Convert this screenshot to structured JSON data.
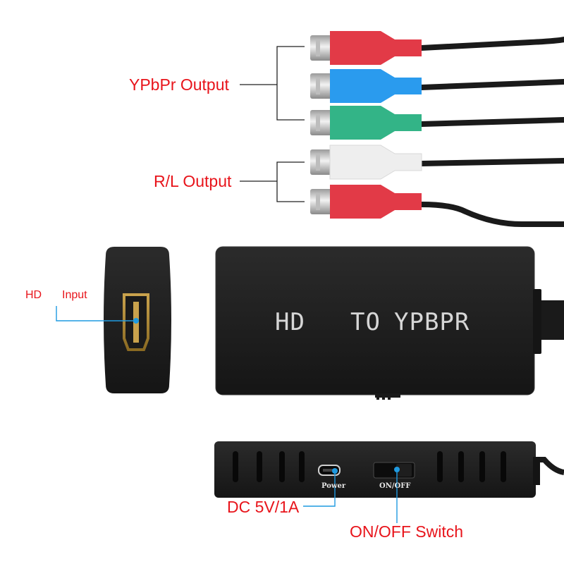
{
  "callouts": {
    "ypbpr_output": "YPbPr Output",
    "rl_output": "R/L Output",
    "hd_word": "HD",
    "input_word": "Input",
    "dc_power": "DC 5V/1A",
    "on_off_switch": "ON/OFF Switch"
  },
  "device": {
    "front_word_hd": "HD",
    "front_word_to": "TO",
    "front_word_ypbpr": "YPBPR",
    "power_port_label": "Power",
    "switch_label": "ON/OFF"
  },
  "colors": {
    "callout_red": "#e8141b",
    "callout_line_blue": "#1f9ae0",
    "plug_red": "#e23a47",
    "plug_blue": "#2a9bee",
    "plug_green": "#33b487",
    "plug_white": "#eeeeee",
    "device_body": "#1f1f1f"
  },
  "icons": {
    "hdmi_port": "hdmi-port-icon",
    "micro_usb_port": "micro-usb-port-icon",
    "rca_plug": "rca-plug-icon"
  }
}
